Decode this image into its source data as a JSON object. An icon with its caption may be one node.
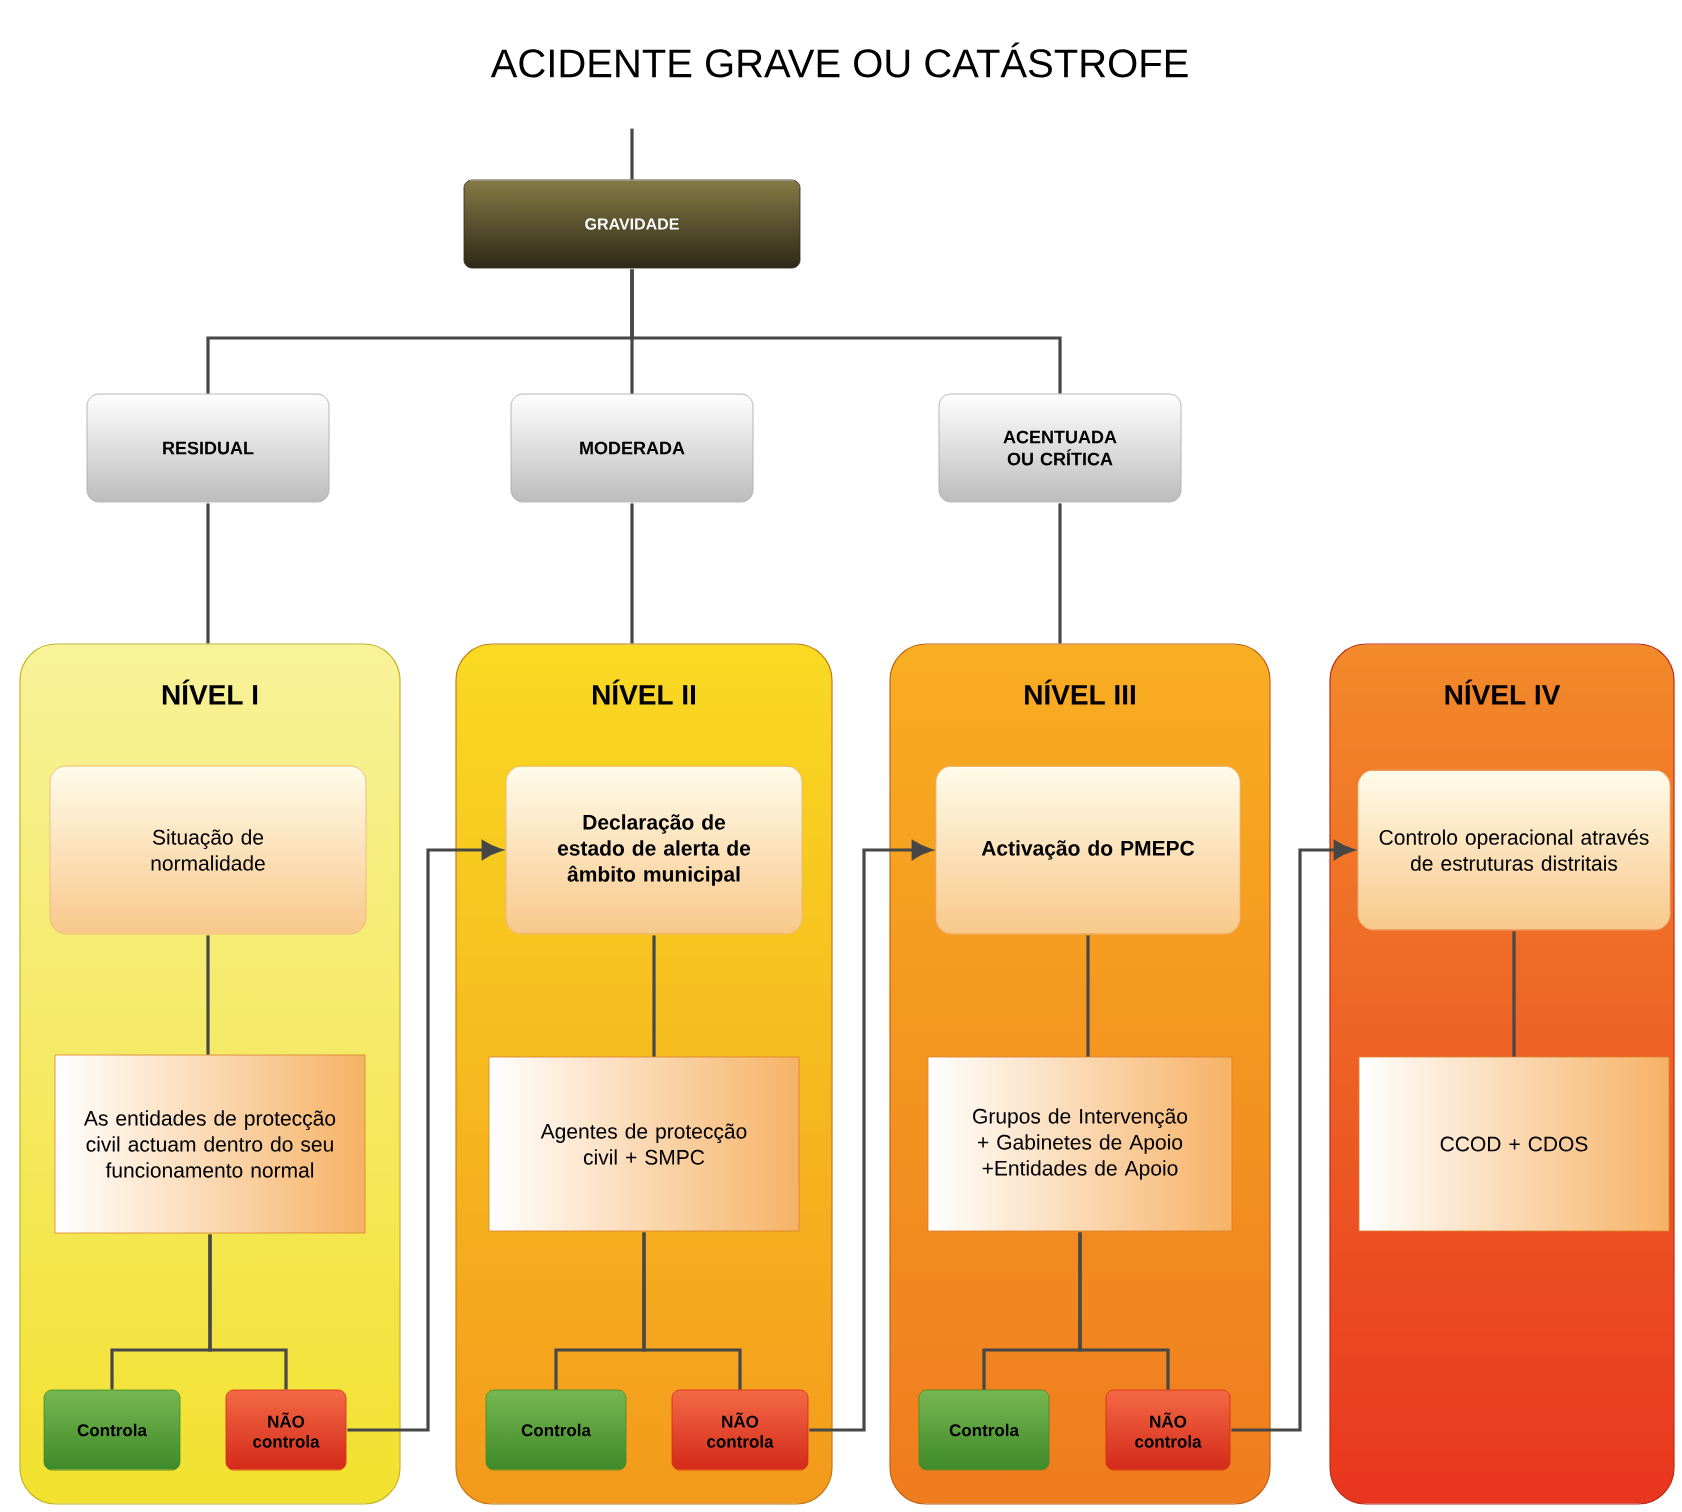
{
  "diagram": {
    "title": "ACIDENTE GRAVE OU CATÁSTROFE",
    "nodes": [
      {
        "text": [
          "GRAVIDADE"
        ]
      },
      {
        "text": [
          "RESIDUAL"
        ]
      },
      {
        "text": [
          "MODERADA"
        ]
      },
      {
        "text": [
          "ACENTUADA OU CRÍTICA"
        ]
      },
      {
        "text": [
          "NÍVEL I"
        ]
      },
      {
        "text": [
          "Situação de normalidade"
        ],
        "in": 4
      },
      {
        "text": [
          "As entidades de protecção civil actuam dentro do seu funcionamento normal"
        ],
        "in": 4
      },
      {
        "text": [
          "Controla"
        ],
        "in": 4
      },
      {
        "text": [
          "NÃO controla"
        ],
        "in": 4
      },
      {
        "text": [
          "NÍVEL II"
        ]
      },
      {
        "text": [
          "Declaração de estado de alerta de âmbito municipal"
        ],
        "in": 9
      },
      {
        "text": [
          "Agentes de protecção civil + SMPC"
        ],
        "in": 9
      },
      {
        "text": [
          "Controla"
        ],
        "in": 9
      },
      {
        "text": [
          "NÃO controla"
        ],
        "in": 9
      },
      {
        "text": [
          "NÍVEL III"
        ]
      },
      {
        "text": [
          "Activação do PMEPC"
        ],
        "in": 14
      },
      {
        "text": [
          "Grupos de Intervenção + Gabinetes de Apoio +Entidades de Apoio"
        ],
        "in": 14
      },
      {
        "text": [
          "Controla"
        ],
        "in": 14
      },
      {
        "text": [
          "NÃO controla"
        ],
        "in": 14
      },
      {
        "text": [
          "NÍVEL IV"
        ]
      },
      {
        "text": [
          "Controlo operacional através de estruturas distritais"
        ],
        "in": 19
      },
      {
        "text": [
          "CCOD + CDOS"
        ],
        "in": 19
      }
    ],
    "edges": [
      {
        "from": null,
        "to": 0,
        "arrow": "none"
      },
      {
        "from": 0,
        "to": 1,
        "arrow": "none"
      },
      {
        "from": 0,
        "to": 2,
        "arrow": "none"
      },
      {
        "from": 0,
        "to": 3,
        "arrow": "none"
      },
      {
        "from": 1,
        "to": 4,
        "arrow": "none"
      },
      {
        "from": 2,
        "to": 9,
        "arrow": "none"
      },
      {
        "from": 3,
        "to": 14,
        "arrow": "none"
      },
      {
        "from": 5,
        "to": 6,
        "arrow": "none"
      },
      {
        "from": 6,
        "to": 7,
        "arrow": "none"
      },
      {
        "from": 6,
        "to": 8,
        "arrow": "none"
      },
      {
        "from": 8,
        "to": 10,
        "arrow": "to"
      },
      {
        "from": 10,
        "to": 11,
        "arrow": "none"
      },
      {
        "from": 11,
        "to": 12,
        "arrow": "none"
      },
      {
        "from": 11,
        "to": 13,
        "arrow": "none"
      },
      {
        "from": 13,
        "to": 15,
        "arrow": "to"
      },
      {
        "from": 15,
        "to": 16,
        "arrow": "none"
      },
      {
        "from": 16,
        "to": 17,
        "arrow": "none"
      },
      {
        "from": 16,
        "to": 18,
        "arrow": "none"
      },
      {
        "from": 18,
        "to": 20,
        "arrow": "to"
      },
      {
        "from": 20,
        "to": 21,
        "arrow": "none"
      }
    ]
  }
}
